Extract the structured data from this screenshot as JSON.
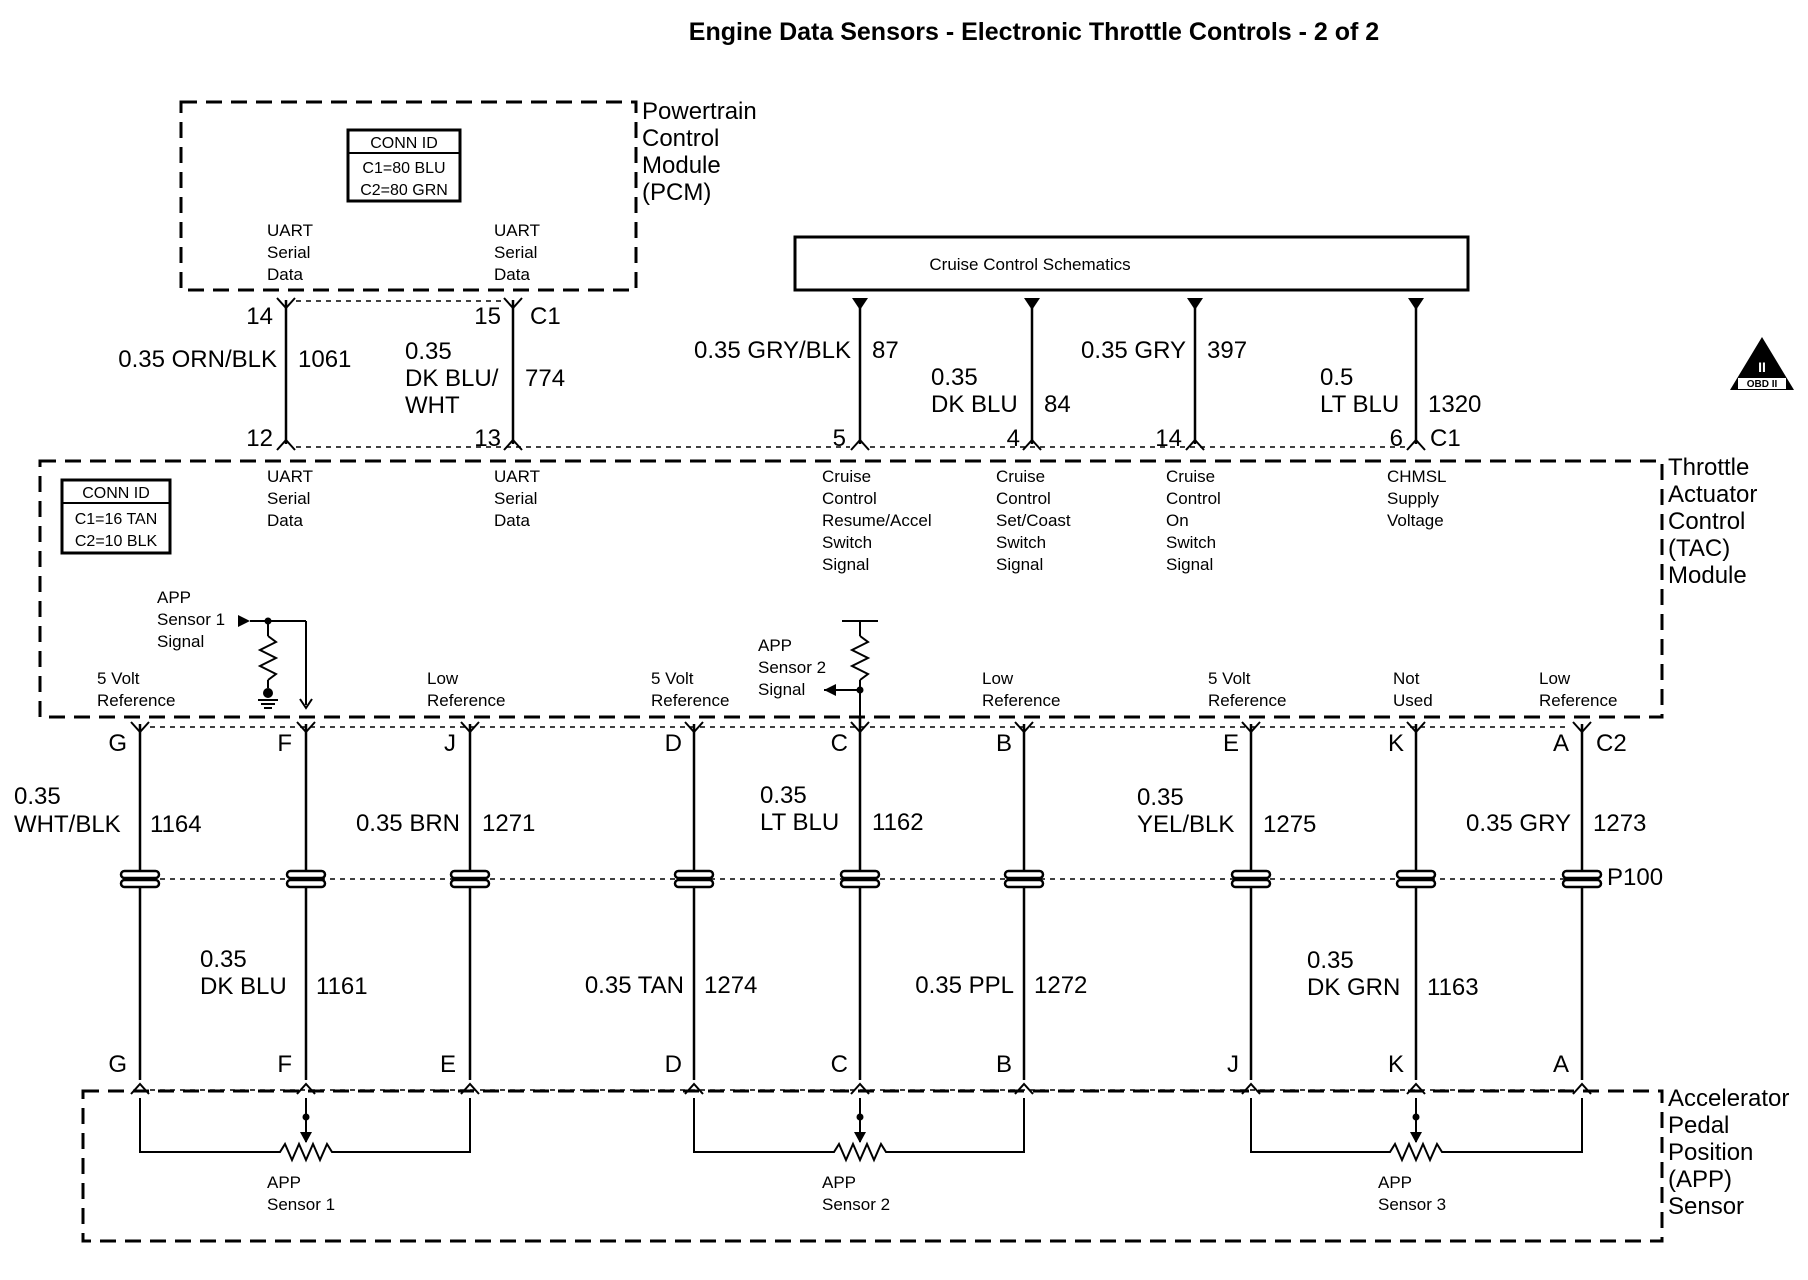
{
  "title": "Engine Data Sensors - Electronic Throttle Controls - 2 of 2",
  "pcm": {
    "name_lines": [
      "Powertrain",
      "Control",
      "Module",
      "(PCM)"
    ],
    "conn_id": {
      "header": "CONN ID",
      "lines": [
        "C1=80 BLU",
        "C2=80 GRN"
      ]
    },
    "pin_labels": [
      [
        "UART",
        "Serial",
        "Data"
      ],
      [
        "UART",
        "Serial",
        "Data"
      ]
    ]
  },
  "tac": {
    "name_lines": [
      "Throttle",
      "Actuator",
      "Control",
      "(TAC)",
      "Module"
    ],
    "conn_id": {
      "header": "CONN ID",
      "lines": [
        "C1=16 TAN",
        "C2=10 BLK"
      ]
    },
    "upper_pin_labels": [
      [
        "UART",
        "Serial",
        "Data"
      ],
      [
        "UART",
        "Serial",
        "Data"
      ],
      [
        "Cruise",
        "Control",
        "Resume/Accel",
        "Switch",
        "Signal"
      ],
      [
        "Cruise",
        "Control",
        "Set/Coast",
        "Switch",
        "Signal"
      ],
      [
        "Cruise",
        "Control",
        "On",
        "Switch",
        "Signal"
      ],
      [
        "CHMSL",
        "Supply",
        "Voltage"
      ]
    ],
    "lower_pin_labels": [
      [
        "5 Volt",
        "Reference"
      ],
      [
        "Low",
        "Reference"
      ],
      [
        "5 Volt",
        "Reference"
      ],
      [
        "Low",
        "Reference"
      ],
      [
        "5 Volt",
        "Reference"
      ],
      [
        "Not",
        "Used"
      ],
      [
        "Low",
        "Reference"
      ]
    ],
    "app1_signal": [
      "APP",
      "Sensor 1",
      "Signal"
    ],
    "app2_signal": [
      "APP",
      "Sensor 2",
      "Signal"
    ]
  },
  "cruise_box": "Cruise Control Schematics",
  "upper_wires": [
    {
      "pcm_pin": "14",
      "tac_pin": "12",
      "color_lines": [
        "0.35 ORN/BLK"
      ],
      "circuit": "1061"
    },
    {
      "pcm_pin": "15",
      "tac_pin": "13",
      "color_lines": [
        "0.35",
        "DK BLU/",
        "WHT"
      ],
      "circuit": "774"
    },
    {
      "tac_pin": "5",
      "color_lines": [
        "0.35 GRY/BLK"
      ],
      "circuit": "87"
    },
    {
      "tac_pin": "4",
      "color_lines": [
        "0.35",
        "DK BLU"
      ],
      "circuit": "84"
    },
    {
      "tac_pin": "14",
      "color_lines": [
        "0.35 GRY"
      ],
      "circuit": "397"
    },
    {
      "tac_pin": "6",
      "color_lines": [
        "0.5",
        "LT BLU"
      ],
      "circuit": "1320"
    }
  ],
  "c1_label": "C1",
  "c2_label": "C2",
  "c2_pins": [
    "G",
    "F",
    "J",
    "D",
    "C",
    "B",
    "E",
    "K",
    "A"
  ],
  "mid_wires": [
    {
      "color_lines": [
        "0.35",
        "WHT/BLK"
      ],
      "circuit": "1164"
    },
    {
      "color_lines": [
        "0.35 BRN"
      ],
      "circuit": "1271"
    },
    {
      "color_lines": [
        "0.35",
        "LT BLU"
      ],
      "circuit": "1162"
    },
    {
      "color_lines": [
        "0.35",
        "YEL/BLK"
      ],
      "circuit": "1275"
    },
    {
      "color_lines": [
        "0.35 GRY"
      ],
      "circuit": "1273"
    }
  ],
  "p100_label": "P100",
  "lower_wires": [
    {
      "color_lines": [
        "0.35",
        "DK BLU"
      ],
      "circuit": "1161"
    },
    {
      "color_lines": [
        "0.35 TAN"
      ],
      "circuit": "1274"
    },
    {
      "color_lines": [
        "0.35 PPL"
      ],
      "circuit": "1272"
    },
    {
      "color_lines": [
        "0.35",
        "DK GRN"
      ],
      "circuit": "1163"
    }
  ],
  "app_pins": [
    "G",
    "F",
    "E",
    "D",
    "C",
    "B",
    "J",
    "K",
    "A"
  ],
  "app_sensor": {
    "name_lines": [
      "Accelerator",
      "Pedal",
      "Position",
      "(APP)",
      "Sensor"
    ],
    "sensors": [
      [
        "APP",
        "Sensor 1"
      ],
      [
        "APP",
        "Sensor 2"
      ],
      [
        "APP",
        "Sensor 3"
      ]
    ]
  },
  "obd_badge": {
    "top": "II",
    "bottom": "OBD II"
  }
}
